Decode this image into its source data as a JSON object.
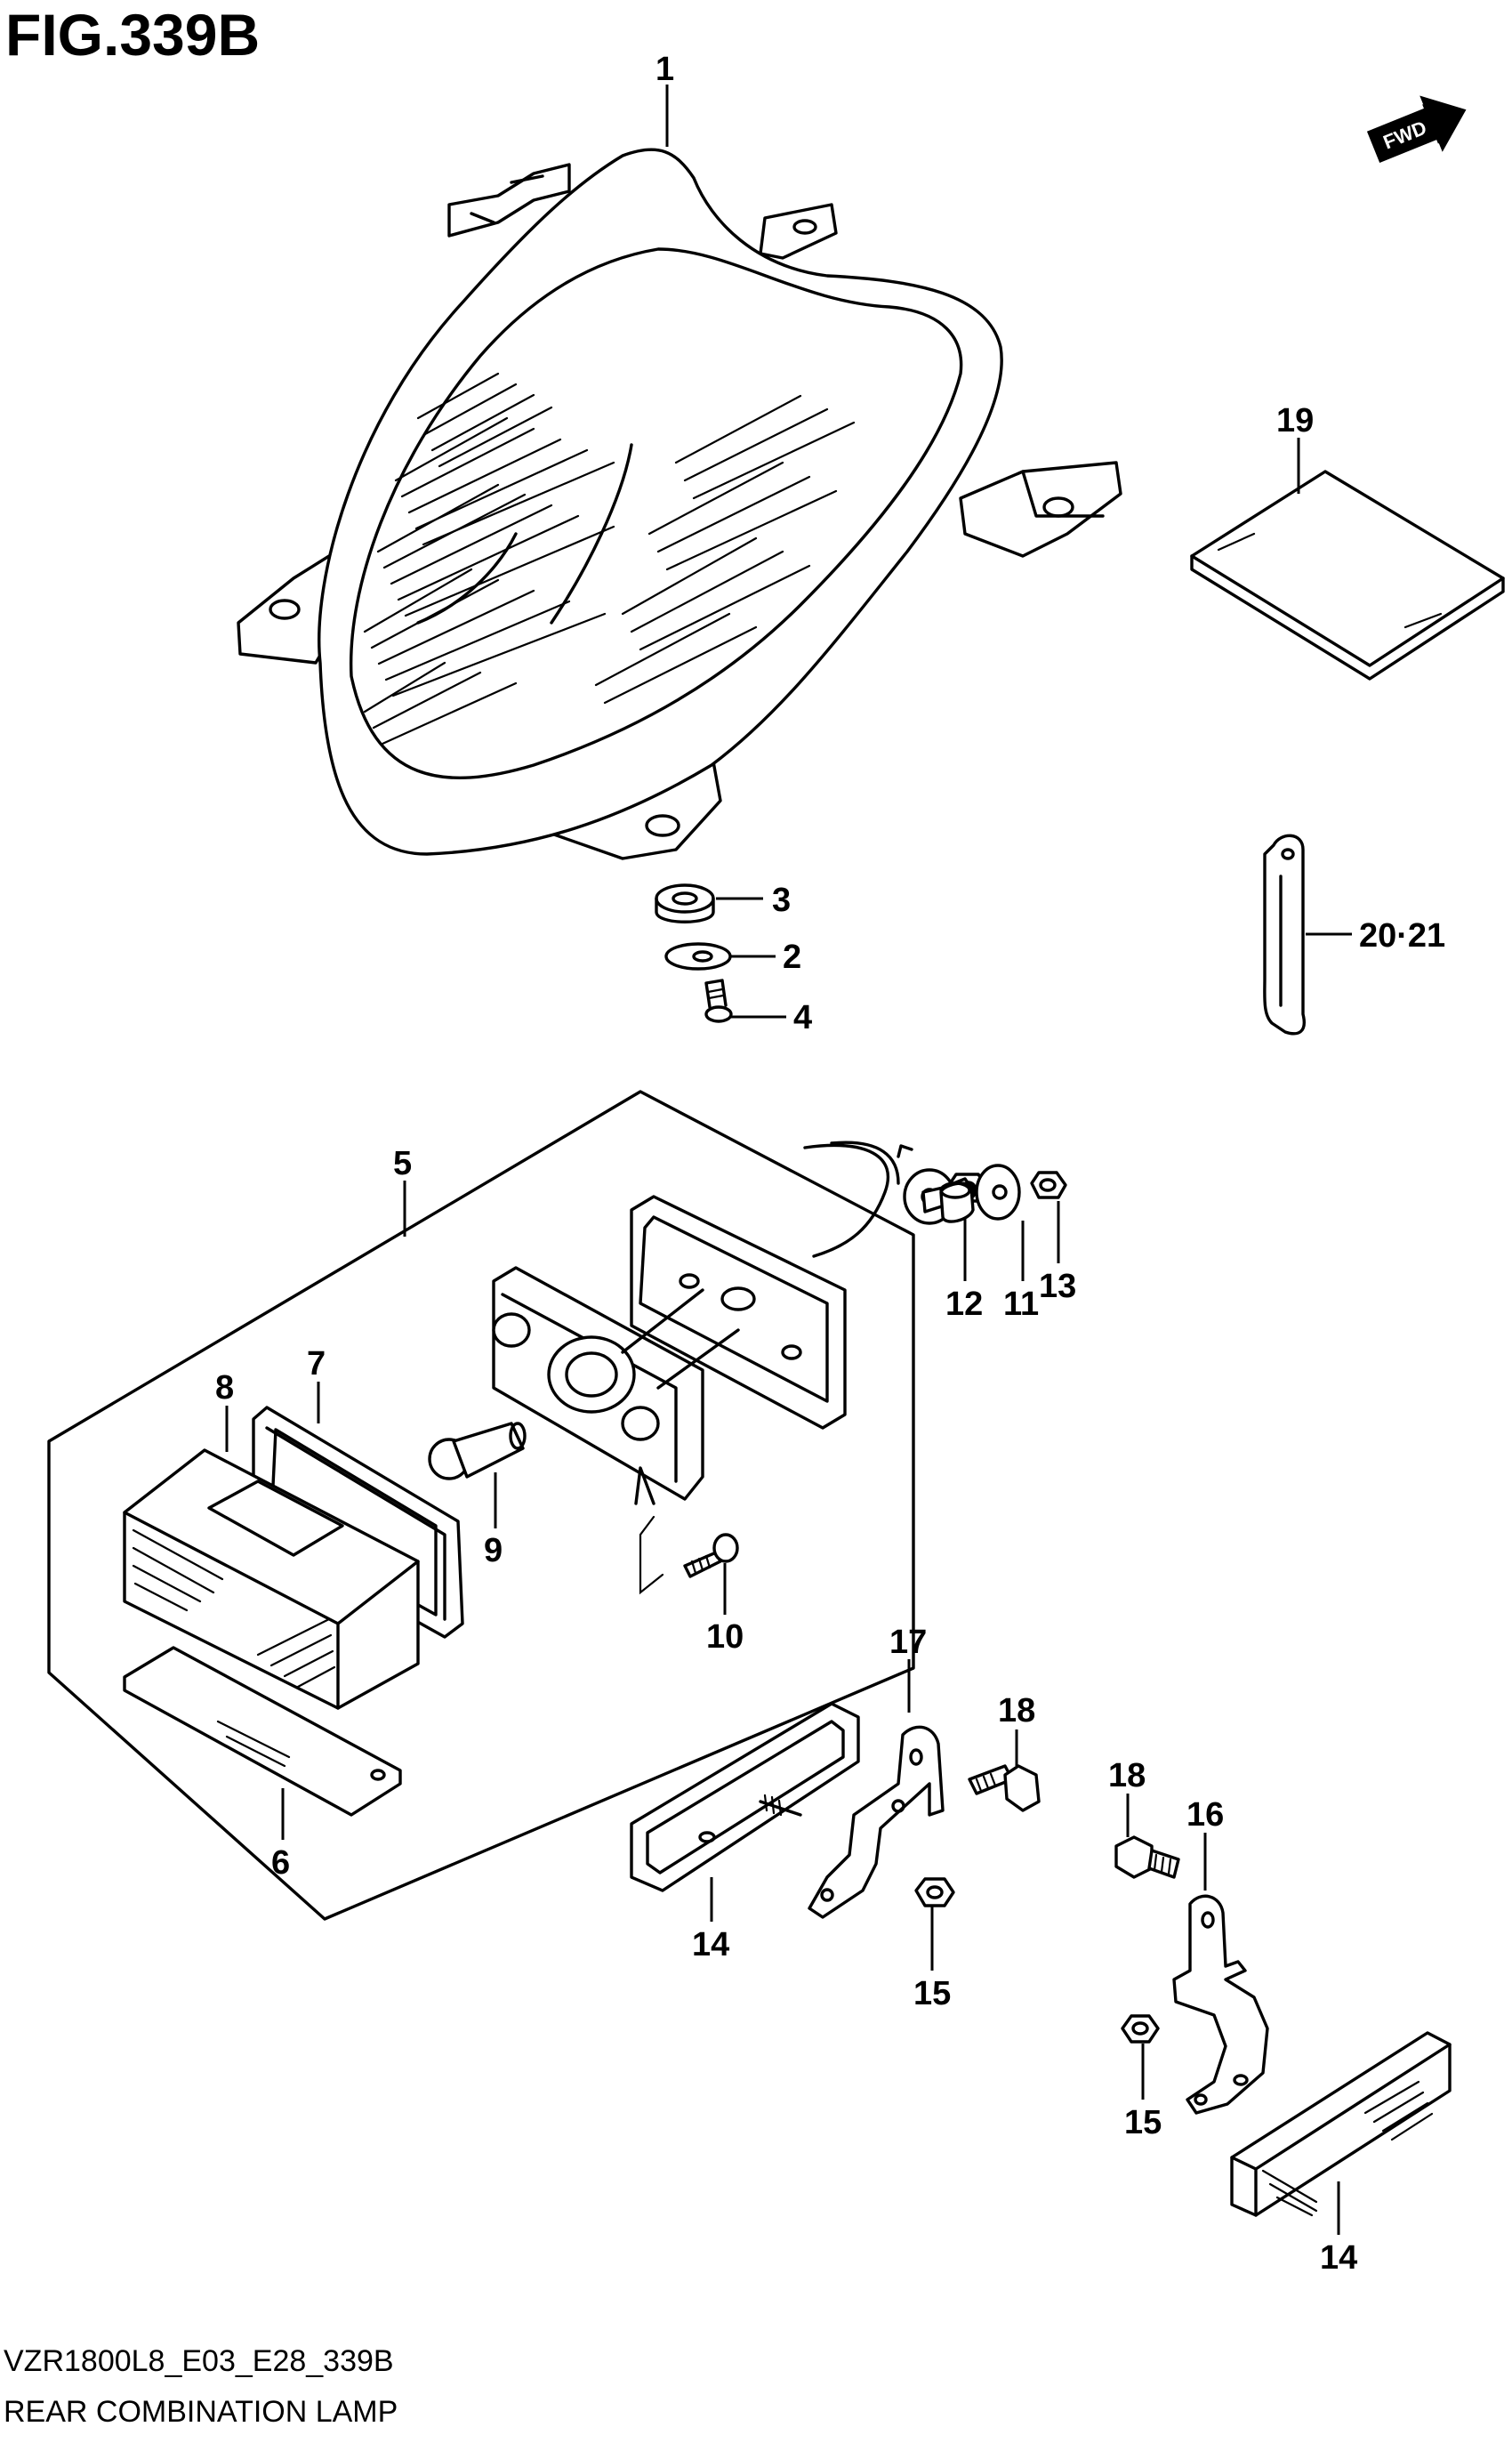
{
  "figure": {
    "title": "FIG.339B"
  },
  "direction_marker": {
    "text": "FWD",
    "icon": "forward-arrow-icon"
  },
  "callouts": [
    {
      "id": "c1",
      "text": "1"
    },
    {
      "id": "c3",
      "text": "3"
    },
    {
      "id": "c2",
      "text": "2"
    },
    {
      "id": "c4",
      "text": "4"
    },
    {
      "id": "c19",
      "text": "19"
    },
    {
      "id": "c2021",
      "text": "20·21"
    },
    {
      "id": "c5",
      "text": "5"
    },
    {
      "id": "c13",
      "text": "13"
    },
    {
      "id": "c11",
      "text": "11"
    },
    {
      "id": "c12",
      "text": "12"
    },
    {
      "id": "c8",
      "text": "8"
    },
    {
      "id": "c7",
      "text": "7"
    },
    {
      "id": "c9",
      "text": "9"
    },
    {
      "id": "c10",
      "text": "10"
    },
    {
      "id": "c17",
      "text": "17"
    },
    {
      "id": "c18a",
      "text": "18"
    },
    {
      "id": "c18b",
      "text": "18"
    },
    {
      "id": "c16",
      "text": "16"
    },
    {
      "id": "c6",
      "text": "6"
    },
    {
      "id": "c14a",
      "text": "14"
    },
    {
      "id": "c15a",
      "text": "15"
    },
    {
      "id": "c15b",
      "text": "15"
    },
    {
      "id": "c14b",
      "text": "14"
    }
  ],
  "footer": {
    "code": "VZR1800L8_E03_E28_339B",
    "caption": "REAR COMBINATION LAMP"
  }
}
